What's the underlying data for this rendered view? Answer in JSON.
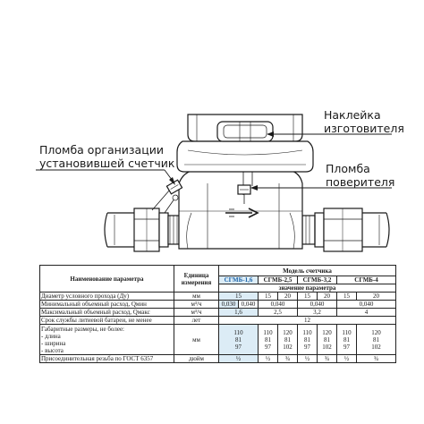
{
  "callouts": {
    "manufacturer_label": [
      "Наклейка",
      "изготовителя"
    ],
    "org_seal": [
      "Пломба организации",
      "установившей счетчик"
    ],
    "verifier_seal": [
      "Пломба",
      "поверителя"
    ]
  },
  "table": {
    "headers": {
      "param": "Наименование параметра",
      "unit": "Единица измерения",
      "model": "Модель счетчика",
      "value": "значение параметра"
    },
    "models": [
      "СГМБ-1,6",
      "СГМБ-2,5",
      "СГМБ-3,2",
      "СГМБ-4"
    ],
    "rows": {
      "dn": {
        "label": "Диаметр условного прохода (Ду)",
        "unit": "мм",
        "values": [
          "15",
          "15",
          "20",
          "15",
          "20",
          "15",
          "20"
        ]
      },
      "qmin": {
        "label": "Минимальный объемный расход, Qмин",
        "unit": "м³/ч",
        "values": [
          "0,030",
          "0,040",
          "0,040",
          "0,040",
          "0,040"
        ]
      },
      "qmax": {
        "label": "Максимальный объемный расход, Qмакс",
        "unit": "м³/ч",
        "values": [
          "1,6",
          "2,5",
          "3,2",
          "4"
        ]
      },
      "battery": {
        "label": "Срок службы литиевой батареи, не менее",
        "unit": "лет",
        "value": "12"
      },
      "dims": {
        "label": "Габаритные размеры, не более:",
        "sub": [
          "- длина",
          "- ширина",
          "- высота"
        ],
        "unit": "мм",
        "values": [
          [
            "110",
            "81",
            "97"
          ],
          [
            "110",
            "81",
            "97"
          ],
          [
            "120",
            "81",
            "102"
          ],
          [
            "110",
            "81",
            "97"
          ],
          [
            "120",
            "81",
            "102"
          ],
          [
            "110",
            "81",
            "97"
          ],
          [
            "120",
            "81",
            "102"
          ]
        ]
      },
      "thread": {
        "label": "Присоединительная резьба по ГОСТ 6357",
        "unit": "дюйм",
        "values": [
          "½",
          "½",
          "¾",
          "½",
          "¾",
          "½",
          "¾"
        ]
      }
    }
  }
}
